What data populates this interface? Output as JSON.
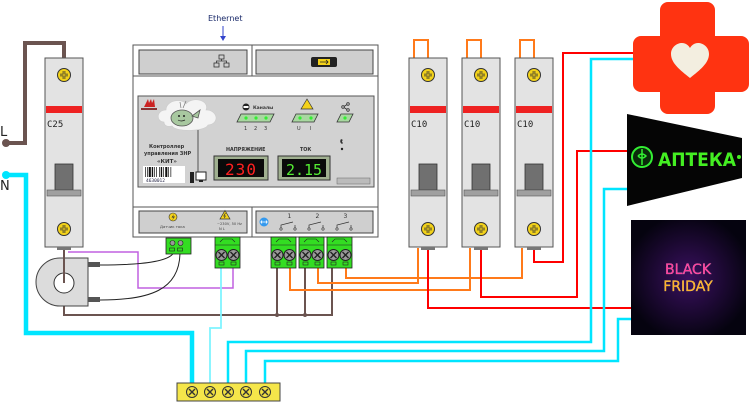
{
  "labels": {
    "ethernet": "Ethernet",
    "phase": "L",
    "neutral": "N"
  },
  "breakers": {
    "main": {
      "rating": "C25"
    },
    "branches": [
      {
        "rating": "C10"
      },
      {
        "rating": "C10"
      },
      {
        "rating": "C10"
      }
    ]
  },
  "controller": {
    "title_line1": "Контроллер",
    "title_line2": "управления ЗНР",
    "title_line3": "«КИТ»",
    "barcode_number": "4630012",
    "channels_label": "Каналы",
    "channel_numbers": [
      "1",
      "2",
      "3"
    ],
    "alarm_labels": [
      "U",
      "I"
    ],
    "voltage_label": "НАПРЯЖЕНИЕ",
    "voltage_value": "230",
    "current_label": "ТОК",
    "current_value": "2.15",
    "sensor_label": "Датчик тока",
    "power_label": "~230V, 50 Hz",
    "power_terminals": "N    L",
    "relay_numbers": [
      "1",
      "2",
      "3"
    ]
  },
  "loads": {
    "pharmacy_sign_text": "АПТЕКА",
    "black_friday_line1": "BLACK",
    "black_friday_line2": "FRIDAY"
  },
  "colors": {
    "phase_wire": "#6b5450",
    "neutral_wire": "#00e5ff",
    "switched_phase": "#ff7a1a",
    "load_phase": "#ff0000",
    "sensor_wire": "#c060e0",
    "terminal_green": "#33dd22",
    "breaker_red": "#ee2222",
    "voltage_digits": "#ff2020",
    "current_digits": "#55ee33",
    "cross_red": "#ff3311"
  }
}
